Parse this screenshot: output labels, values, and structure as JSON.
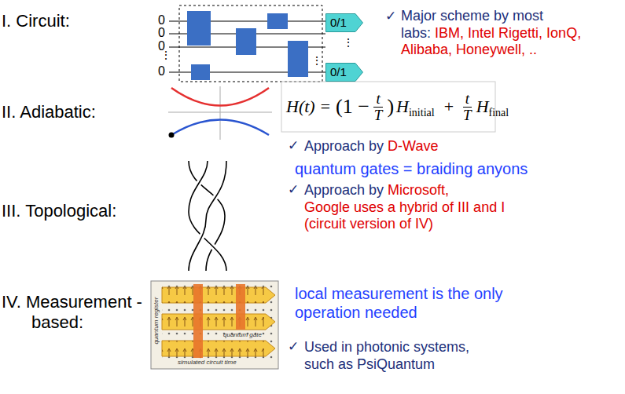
{
  "diagram": {
    "nodes": [
      {
        "text": [
          "0/1"
        ]
      },
      {
        "text": [
          "0/1"
        ]
      }
    ],
    "labels": [
      "I. Circuit:",
      "0",
      "0",
      "0",
      "0",
      "⋮",
      "⋮",
      "⋮",
      "✓",
      "Major scheme by most labs:",
      "IBM, Intel Rigetti, IonQ, Alibaba, Honeywell, ..",
      "II. Adiabatic:",
      "H(t) =",
      "(1 −",
      "t",
      "T",
      ")",
      "H",
      "initial",
      "+",
      "t",
      "T",
      "H",
      "final",
      "✓",
      "Approach by",
      "D-Wave",
      "III. Topological:",
      "quantum gates = braiding anyons",
      "✓",
      "Approach by",
      "Microsoft,",
      "Google uses a hybrid of III and I (circuit version of IV)",
      "IV. Measurement -based:",
      "quantum register",
      "quantum gate",
      "simulated circuit time",
      "local measurement is the only operation needed",
      "✓",
      "Used in photonic systems, such as PsiQuantum"
    ]
  }
}
